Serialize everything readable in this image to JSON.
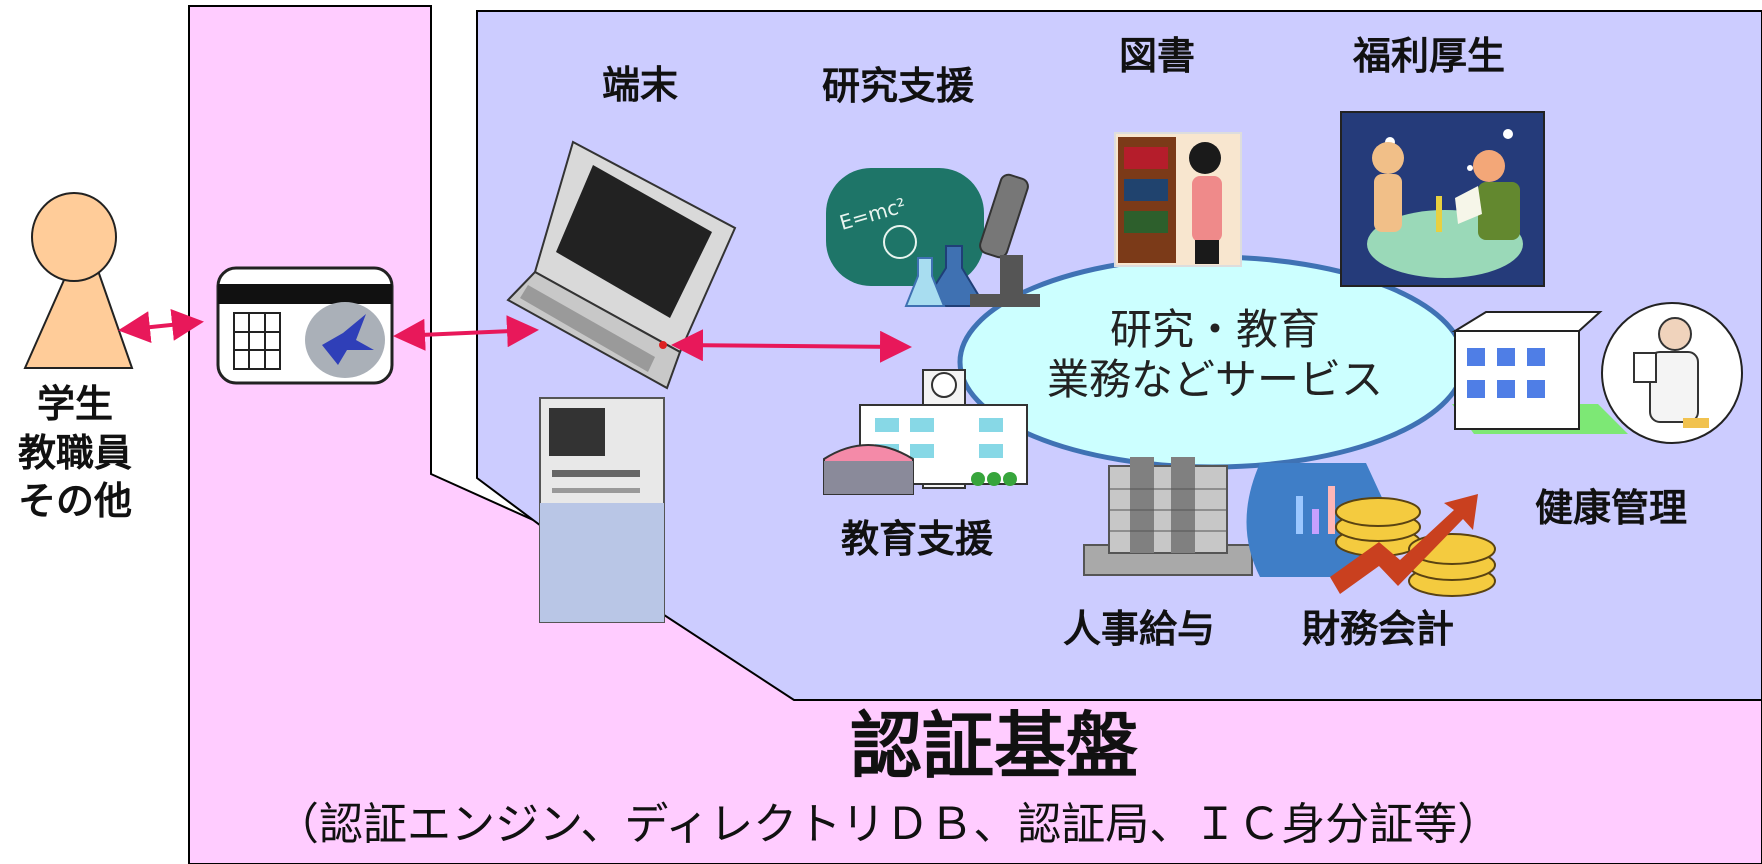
{
  "platform": {
    "title": "認証基盤",
    "subtitle": "（認証エンジン、ディレクトリＤＢ、認証局、ＩＣ身分証等）"
  },
  "users": {
    "lines": [
      "学生",
      "教職員",
      "その他"
    ]
  },
  "hub": {
    "line1": "研究・教育",
    "line2": "業務などサービス"
  },
  "services": {
    "terminal": "端末",
    "research": "研究支援",
    "library": "図書",
    "welfare": "福利厚生",
    "health": "健康管理",
    "education": "教育支援",
    "personnel": "人事給与",
    "finance": "財務会計"
  },
  "colors": {
    "platform_fill": "#ffccff",
    "service_fill": "#ccccff",
    "hub_fill": "#ccffff",
    "hub_stroke": "#3f72b4",
    "arrow": "#e8185a",
    "person_fill": "#ffcc99"
  },
  "icons": {
    "user": "person-icon",
    "card": "ic-card-icon",
    "terminal": "laptop-icon",
    "kiosk": "kiosk-terminal-icon",
    "research": "microscope-flask-icon",
    "library": "bookshelf-icon",
    "welfare": "dining-couple-icon",
    "health": "hospital-doctor-icon",
    "education": "school-building-icon",
    "personnel": "office-tower-icon",
    "finance": "coins-chart-icon"
  }
}
